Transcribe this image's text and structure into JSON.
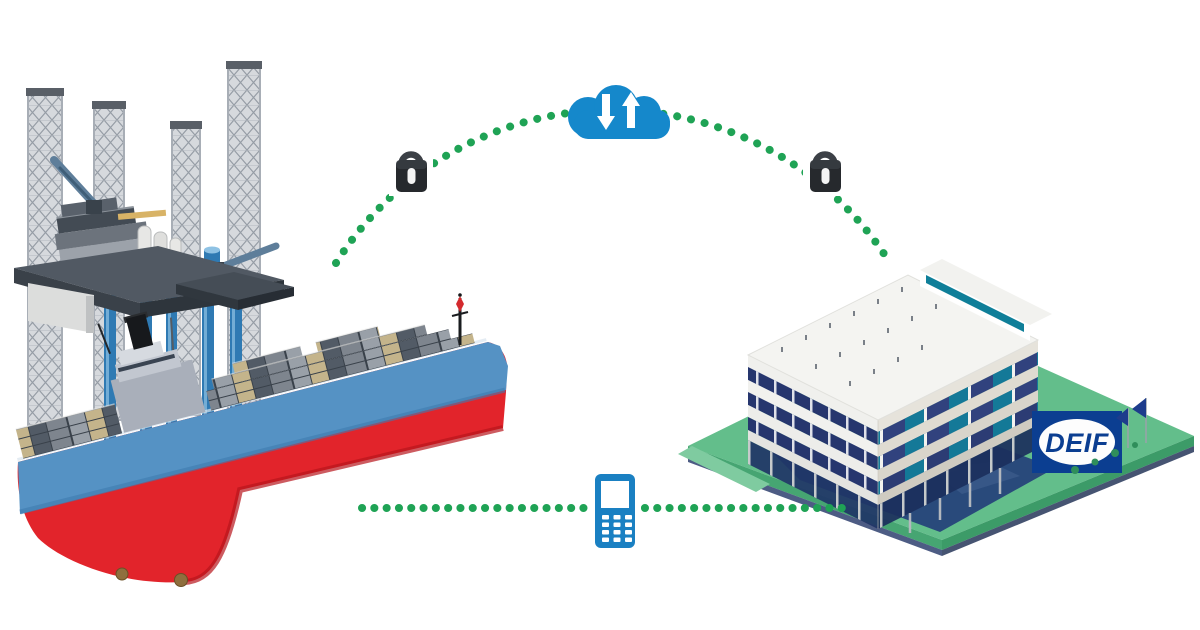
{
  "page": {
    "background": "#FFFFFF",
    "description": "secure remote connectivity diagram between offshore vessel/rig and DEIF headquarters"
  },
  "logo": {
    "text": "DEIF",
    "panel_color": "#0B3E91",
    "text_color": "#0B3E91",
    "ellipse_color": "#FDFDFD"
  },
  "icons": {
    "cloud": "cloud-data-sync-icon",
    "cloud_arrows": [
      "download-arrow",
      "upload-arrow"
    ],
    "left_lock": "padlock-icon",
    "right_lock": "padlock-icon",
    "phone": "mobile-phone-icon",
    "left_illustration": "jack-up-rig-and-container-ship",
    "right_illustration": "deif-headquarters-building"
  },
  "colors": {
    "connection_green": "#1FA355",
    "cloud_blue": "#1588CB",
    "phone_blue": "#1A80C2",
    "lock_black": "#26292D",
    "lock_shackle": "#3C4046",
    "hull_blue": "#5592C4",
    "hull_red": "#E2242B",
    "rig_leg_blue": "#2F7AB3",
    "ground_green": "#63BE8B",
    "glass_navy": "#24407A",
    "window_navy": "#26366E",
    "window_teal": "#0F7F99",
    "building_white": "#F4F4F1",
    "building_cream": "#DDD9CF",
    "logo_blue": "#0B3E91"
  }
}
